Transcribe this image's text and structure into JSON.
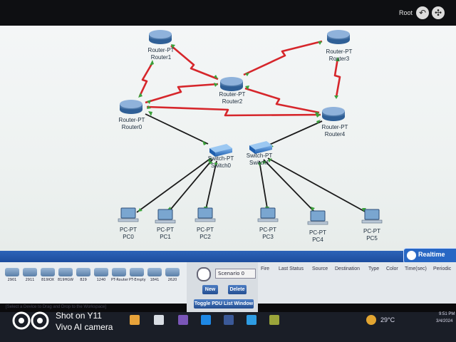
{
  "topbar": {
    "root_label": "Root"
  },
  "devices": {
    "router0": {
      "type": "Router-PT",
      "name": "Router0"
    },
    "router1": {
      "type": "Router-PT",
      "name": "Router1"
    },
    "router2": {
      "type": "Router-PT",
      "name": "Router2"
    },
    "router3": {
      "type": "Router-PT",
      "name": "Router3"
    },
    "router4": {
      "type": "Router-PT",
      "name": "Router4"
    },
    "switch0": {
      "type": "Switch-PT",
      "name": "Switch0"
    },
    "switch1": {
      "type": "Switch-PT",
      "name": "Switch1"
    },
    "pc0": {
      "type": "PC-PT",
      "name": "PC0"
    },
    "pc1": {
      "type": "PC-PT",
      "name": "PC1"
    },
    "pc2": {
      "type": "PC-PT",
      "name": "PC2"
    },
    "pc3": {
      "type": "PC-PT",
      "name": "PC3"
    },
    "pc4": {
      "type": "PC-PT",
      "name": "PC4"
    },
    "pc5": {
      "type": "PC-PT",
      "name": "PC5"
    }
  },
  "colors": {
    "serial_link": "#d6262b",
    "ethernet_link": "#1a1a1a",
    "link_endpoint": "#3aa13a",
    "accent": "#2867c4"
  },
  "realtime": {
    "label": "Realtime"
  },
  "device_palette": {
    "items": [
      "2901",
      "2911",
      "819IOX",
      "819HGW",
      "829",
      "1240",
      "PT-Router",
      "PT-Empty",
      "1841",
      "2620"
    ],
    "hint": "[Select a Device to Drag and Drop to the Workspace]"
  },
  "scenario": {
    "selected": "Scenario 0",
    "new_label": "New",
    "delete_label": "Delete",
    "toggle_label": "Toggle PDU List Window"
  },
  "pdu_table": {
    "columns": [
      "Fire",
      "Last Status",
      "Source",
      "Destination",
      "Type",
      "Color",
      "Time(sec)",
      "Periodic"
    ]
  },
  "taskbar": {
    "temperature": "29°C",
    "time": "9:51 PM",
    "date": "3/4/2024"
  },
  "watermark": {
    "line1": "Shot on Y11",
    "line2": "Vivo AI camera"
  }
}
